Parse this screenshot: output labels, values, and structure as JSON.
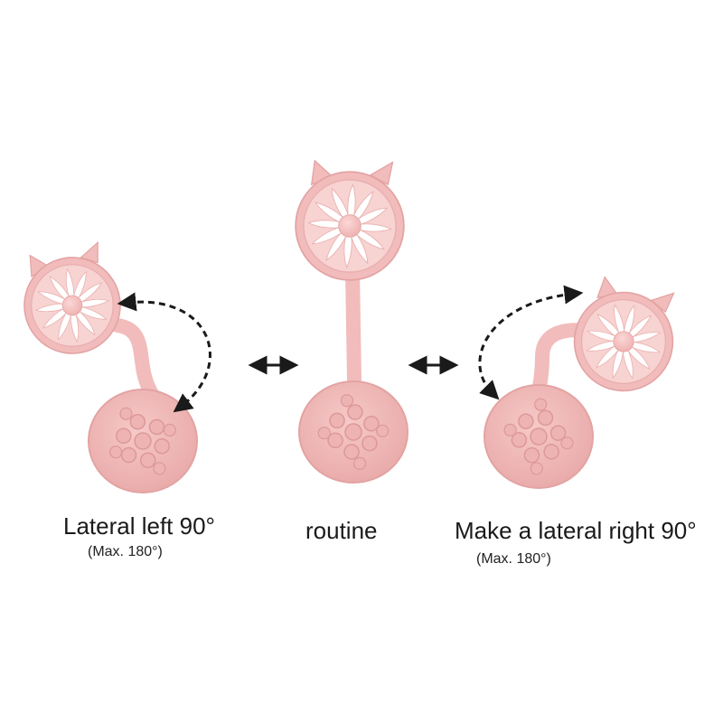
{
  "panels": [
    {
      "id": "left",
      "title": "Lateral left 90°",
      "note": "(Max. 180°)"
    },
    {
      "id": "center",
      "title": "routine",
      "note": ""
    },
    {
      "id": "right",
      "title": "Make a lateral right 90°",
      "note": "(Max. 180°)"
    }
  ],
  "colors": {
    "product_pink": "#f1bcbb",
    "product_shadow": "#e3a3a3",
    "blade_white": "#ffffff",
    "arrow": "#1a1a1a"
  },
  "icons": [
    "double-arrow-icon",
    "curved-rotation-arrow-icon"
  ]
}
